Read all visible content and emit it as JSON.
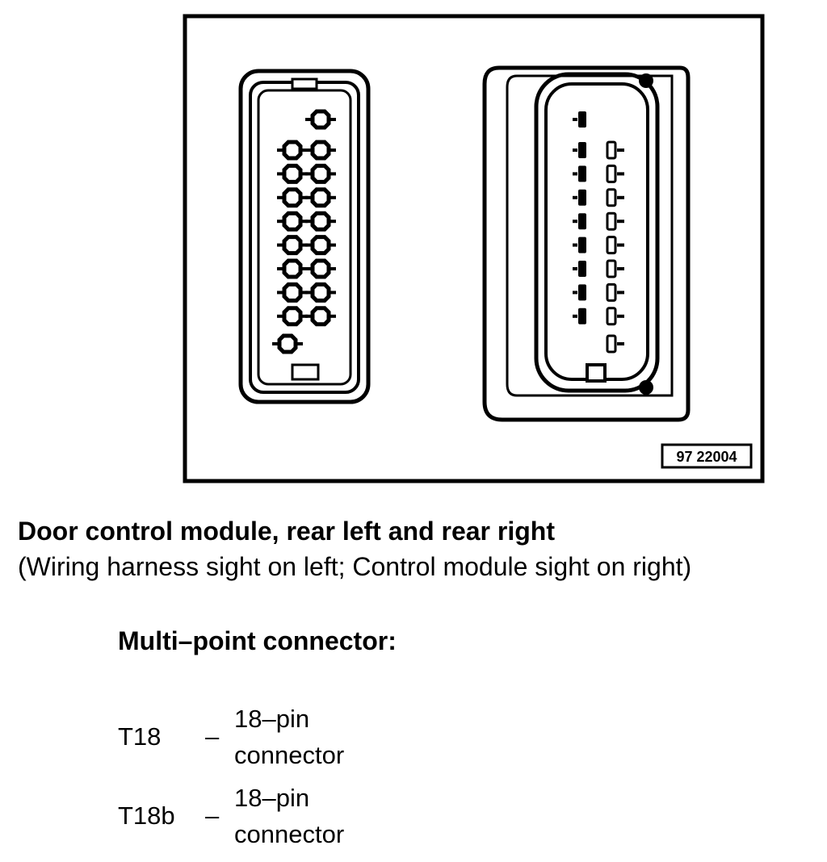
{
  "figure": {
    "ref_label": "97 22004",
    "left_view": "wiring harness side, 18 socket shapes",
    "right_view": "control module side, 18 pins"
  },
  "caption": {
    "title": "Door control module, rear left and rear right",
    "subtitle": "(Wiring harness sight on left; Control module sight on right)"
  },
  "connectors": {
    "heading": "Multi–point connector:",
    "items": [
      {
        "code": "T18",
        "dash": "–",
        "line1": "18–pin",
        "line2": "connector"
      },
      {
        "code": "T18b",
        "dash": "–",
        "line1": "18–pin",
        "line2": "connector"
      }
    ]
  }
}
